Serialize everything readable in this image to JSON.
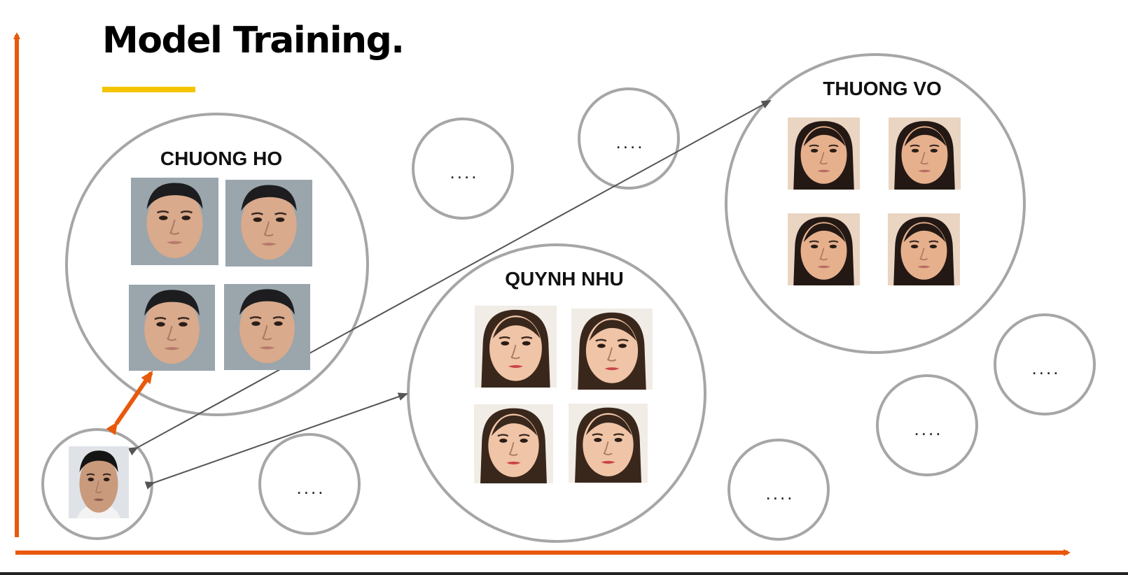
{
  "title": "Model Training.",
  "clusters": {
    "chuong_ho": {
      "name": "CHUONG HO",
      "photo_count": 4
    },
    "quynh_nhu": {
      "name": "QUYNH NHU",
      "photo_count": 4
    },
    "thuong_vo": {
      "name": "THUONG VO",
      "photo_count": 4
    }
  },
  "placeholder_label": "....",
  "query_photo": "query face (male)",
  "colors": {
    "axis": "#e8590c",
    "title_underline": "#f5c400",
    "circle_stroke": "#a6a6a6",
    "arrow": "#555555",
    "match_arrow": "#e8590c"
  }
}
